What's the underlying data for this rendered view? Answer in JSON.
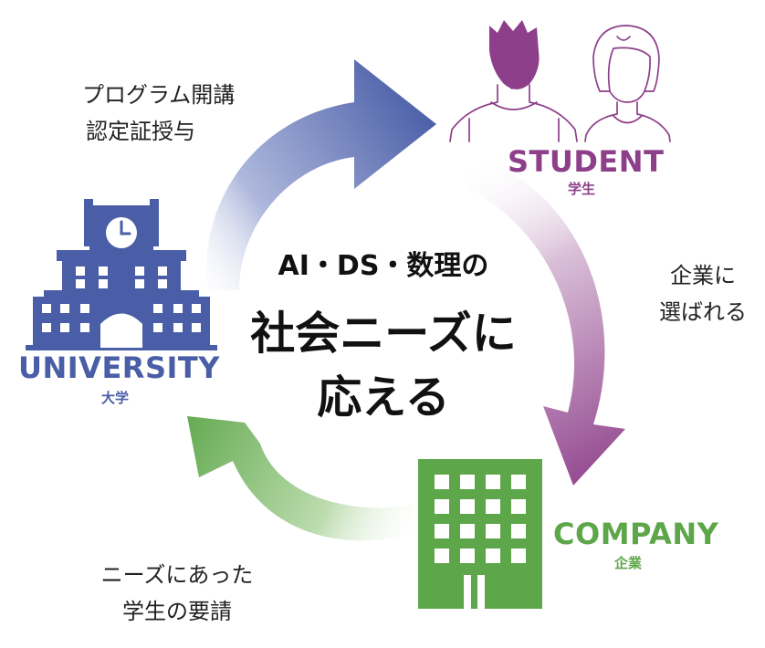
{
  "center": {
    "line1": "AI・DS・数理の",
    "line2": "社会ニーズに",
    "line3": "応える"
  },
  "nodes": {
    "student": {
      "label": "STUDENT",
      "label_ja": "学生",
      "color": "#8e3f8a"
    },
    "university": {
      "label": "UNIVERSITY",
      "label_ja": "大学",
      "color": "#4a5ea7"
    },
    "company": {
      "label": "COMPANY",
      "label_ja": "企業",
      "color": "#5da64a"
    }
  },
  "flows": {
    "university_to_student": {
      "line1": "プログラム開講",
      "line2": "認定証授与"
    },
    "student_to_company": {
      "line1": "企業に",
      "line2": "選ばれる"
    },
    "company_to_university": {
      "line1": "ニーズにあった",
      "line2": "学生の要請"
    }
  },
  "icons": [
    "student-icon",
    "university-building-icon",
    "clock-icon",
    "company-building-icon"
  ]
}
